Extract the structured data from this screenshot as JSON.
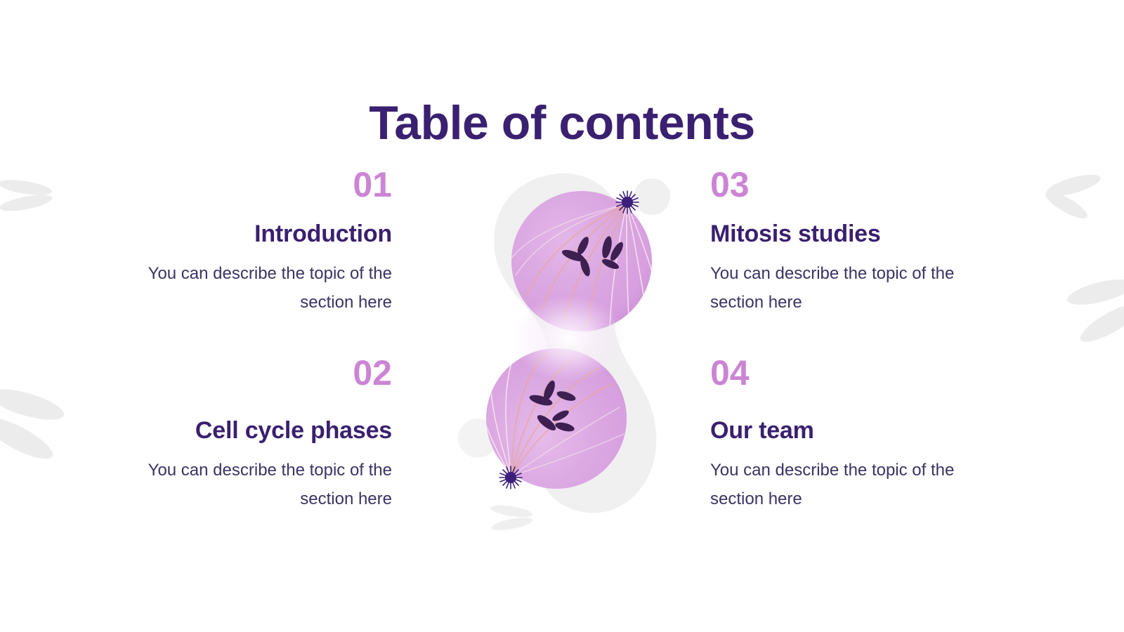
{
  "slide": {
    "title": "Table of contents",
    "background_color": "#ffffff"
  },
  "theme": {
    "title_color": "#3a2070",
    "number_color": "#cc84d4",
    "heading_color": "#3a2070",
    "body_color": "#3c3264",
    "decor_grey": "#efefef",
    "cell_pink": "#d9a0df",
    "cell_light": "#f4e4f6",
    "spindle_color": "#e8a98f",
    "chromosome_color": "#3d1f52",
    "centrosome_color": "#3b1f7a"
  },
  "toc": {
    "left_column": [
      {
        "number": "01",
        "heading": "Introduction",
        "description": "You can describe the topic of the section here"
      },
      {
        "number": "02",
        "heading": "Cell cycle phases",
        "description": "You can describe the topic of the section here"
      }
    ],
    "right_column": [
      {
        "number": "03",
        "heading": "Mitosis studies",
        "description": "You can describe the topic of the section here"
      },
      {
        "number": "04",
        "heading": "Our team",
        "description": "You can describe the topic of the section here"
      }
    ]
  },
  "illustration": {
    "name": "dividing-cell-telophase",
    "description": "Dividing cell in telophase with two lobes, spindle fibers, centrosomes and chromosomes"
  },
  "decorations": {
    "petal_clusters": [
      "petal-cluster-left-top",
      "petal-cluster-left-mid",
      "petal-cluster-right-top",
      "petal-cluster-right-mid",
      "petal-cluster-center-bottom"
    ]
  }
}
